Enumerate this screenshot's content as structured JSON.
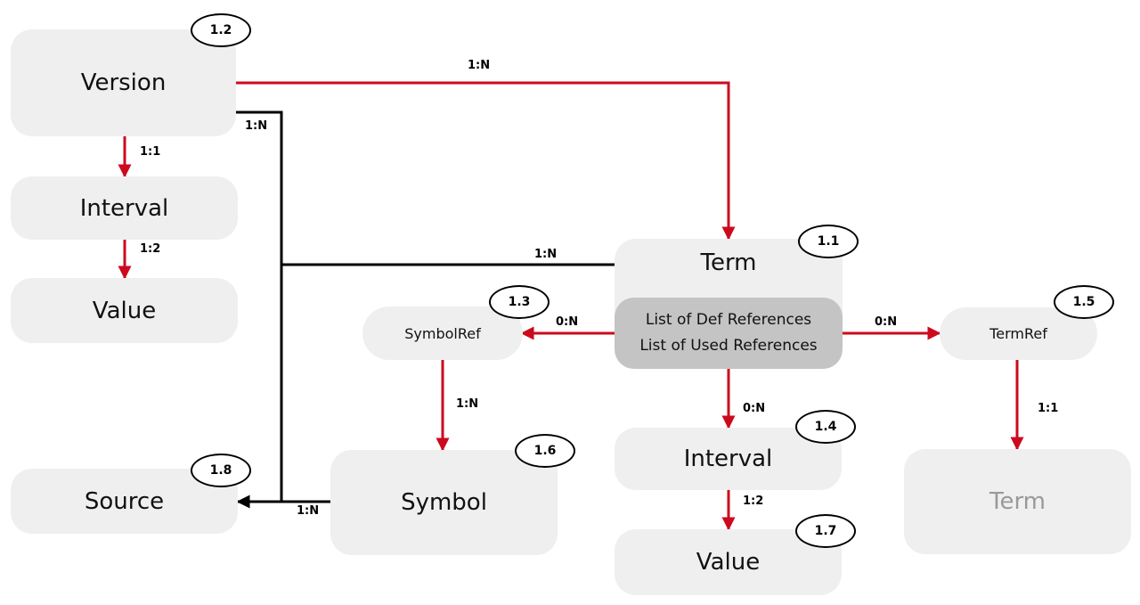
{
  "nodes": {
    "version": "Version",
    "interval_left": "Interval",
    "value_left": "Value",
    "source": "Source",
    "term": "Term",
    "symbol_ref": "SymbolRef",
    "symbol": "Symbol",
    "interval_mid": "Interval",
    "value_mid": "Value",
    "term_ref": "TermRef",
    "term_faded": "Term"
  },
  "term_references": {
    "def": "List of Def References",
    "used": "List of Used References"
  },
  "badges": {
    "version": "1.2",
    "term": "1.1",
    "symbol_ref": "1.3",
    "term_ref": "1.5",
    "interval_mid": "1.4",
    "symbol": "1.6",
    "source": "1.8",
    "value_mid": "1.7"
  },
  "cardinalities": {
    "version_term": "1:N",
    "version_source": "1:N",
    "version_interval": "1:1",
    "interval_value_left": "1:2",
    "term_source": "1:N",
    "term_symbolref": "0:N",
    "term_termref": "0:N",
    "symbolref_symbol": "1:N",
    "term_interval": "0:N",
    "termref_term": "1:1",
    "symbol_source": "1:N",
    "interval_value_mid": "1:2"
  },
  "colors": {
    "relation_red": "#cc0a1e",
    "relation_black": "#000000",
    "node_fill": "#efefef",
    "refs_fill": "#c4c4c4",
    "faded_text": "#999999"
  }
}
